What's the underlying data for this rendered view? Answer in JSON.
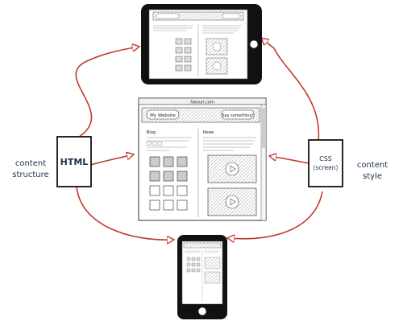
{
  "labels": {
    "left_caption_line1": "content",
    "left_caption_line2": "structure",
    "right_caption_line1": "content",
    "right_caption_line2": "style",
    "html_doc": "HTML",
    "css_doc_line1": "CSS",
    "css_doc_line2": "(screen)"
  },
  "browser": {
    "title": "fakeurl.com",
    "site_title": "My Website",
    "say_button": "Say something!",
    "blog_heading": "Blog",
    "news_heading": "News"
  },
  "colors": {
    "arrow": "#c0392b",
    "ink": "#1f2f4f",
    "device": "#111111"
  }
}
